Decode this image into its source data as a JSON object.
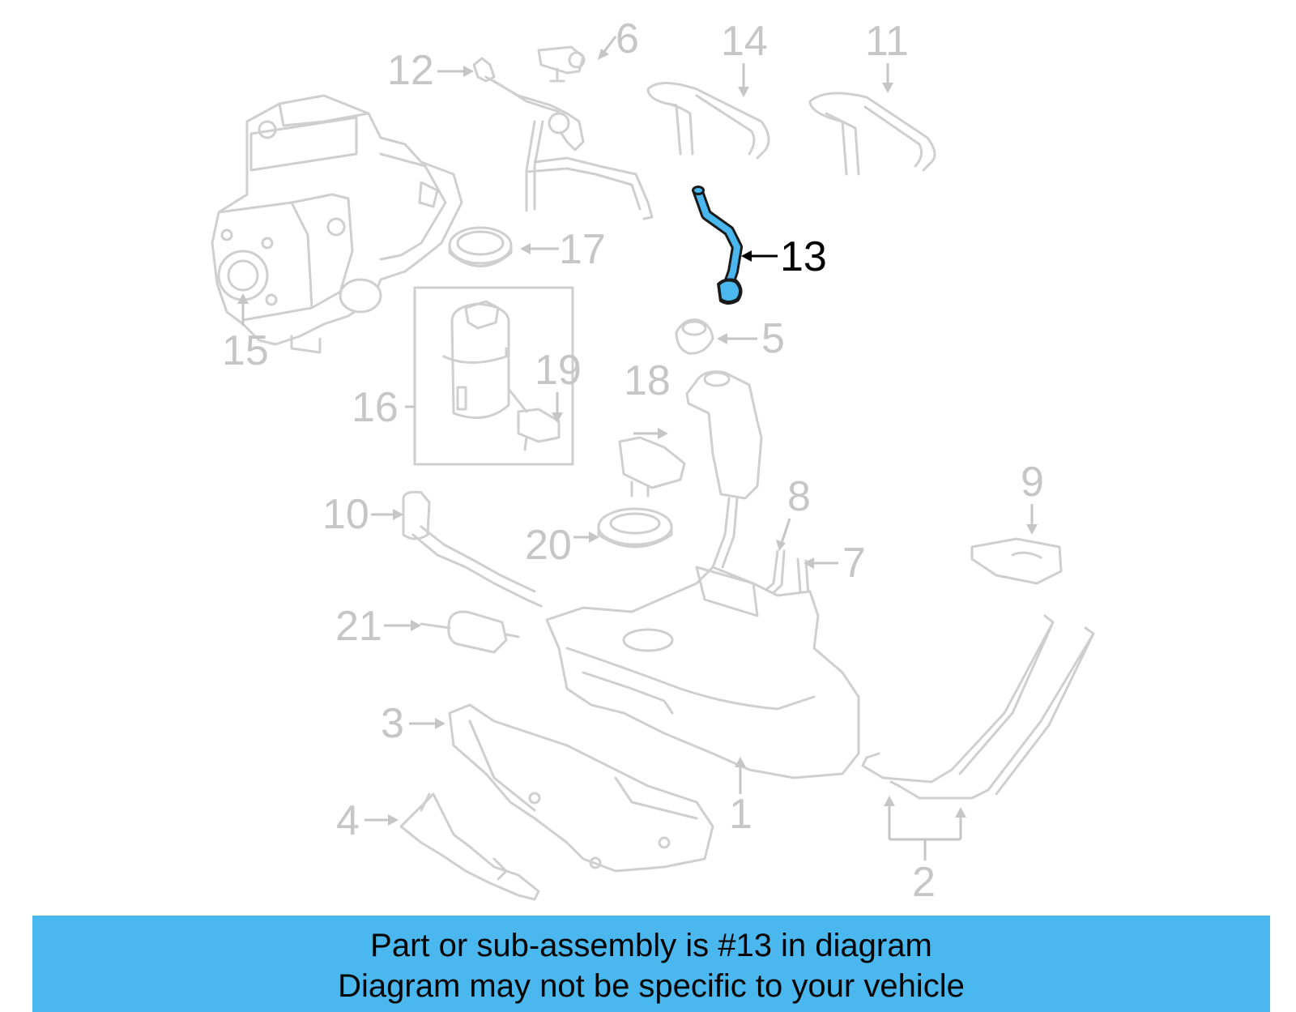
{
  "colors": {
    "highlight": "#4ab8ee",
    "banner": "#4ab8ee",
    "part_gray": "#cfcfcf",
    "label_gray": "#c6c6c6",
    "active_label": "#000000"
  },
  "diagram": {
    "callouts": [
      {
        "id": "1",
        "label": "1",
        "active": false
      },
      {
        "id": "2",
        "label": "2",
        "active": false
      },
      {
        "id": "3",
        "label": "3",
        "active": false
      },
      {
        "id": "4",
        "label": "4",
        "active": false
      },
      {
        "id": "5",
        "label": "5",
        "active": false
      },
      {
        "id": "6",
        "label": "6",
        "active": false
      },
      {
        "id": "7",
        "label": "7",
        "active": false
      },
      {
        "id": "8",
        "label": "8",
        "active": false
      },
      {
        "id": "9",
        "label": "9",
        "active": false
      },
      {
        "id": "10",
        "label": "10",
        "active": false
      },
      {
        "id": "11",
        "label": "11",
        "active": false
      },
      {
        "id": "12",
        "label": "12",
        "active": false
      },
      {
        "id": "13",
        "label": "13",
        "active": true
      },
      {
        "id": "14",
        "label": "14",
        "active": false
      },
      {
        "id": "15",
        "label": "15",
        "active": false
      },
      {
        "id": "16",
        "label": "16",
        "active": false
      },
      {
        "id": "17",
        "label": "17",
        "active": false
      },
      {
        "id": "18",
        "label": "18",
        "active": false
      },
      {
        "id": "19",
        "label": "19",
        "active": false
      },
      {
        "id": "20",
        "label": "20",
        "active": false
      },
      {
        "id": "21",
        "label": "21",
        "active": false
      }
    ]
  },
  "banner": {
    "line1": "Part or sub-assembly is #13 in diagram",
    "line2": "Diagram may not be specific to your vehicle"
  }
}
